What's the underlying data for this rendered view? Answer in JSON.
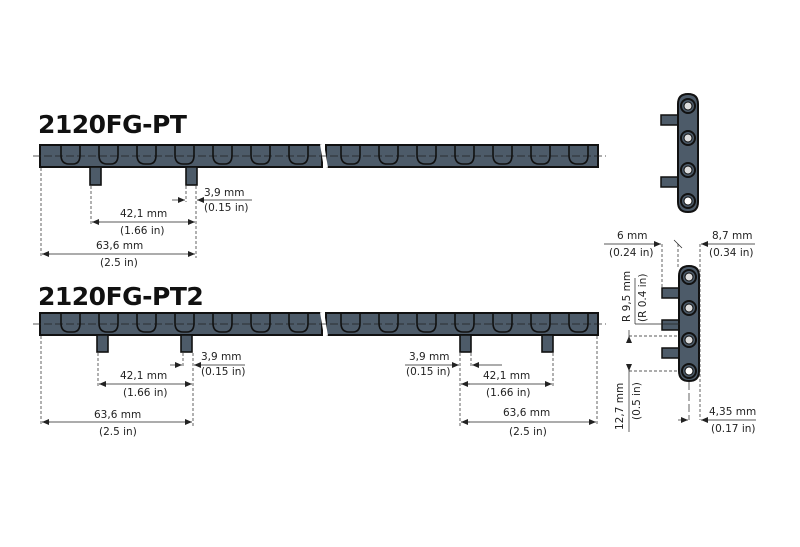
{
  "colors": {
    "belt": "#4d5b69",
    "outline": "#111111",
    "dim": "#222222",
    "background": "#ffffff"
  },
  "section1": {
    "title": "2120FG-PT",
    "dims": {
      "tab_width": {
        "mm": "3,9 mm",
        "in": "(0.15 in)"
      },
      "tab_spacing": {
        "mm": "42,1 mm",
        "in": "(1.66 in)"
      },
      "edge_to_tab": {
        "mm": "63,6 mm",
        "in": "(2.5 in)"
      }
    }
  },
  "section2": {
    "title": "2120FG-PT2",
    "left_dims": {
      "tab_width": {
        "mm": "3,9 mm",
        "in": "(0.15 in)"
      },
      "tab_spacing": {
        "mm": "42,1 mm",
        "in": "(1.66 in)"
      },
      "edge_to_tab": {
        "mm": "63,6 mm",
        "in": "(2.5 in)"
      }
    },
    "right_dims": {
      "tab_width": {
        "mm": "3,9 mm",
        "in": "(0.15 in)"
      },
      "tab_spacing": {
        "mm": "42,1 mm",
        "in": "(1.66 in)"
      },
      "edge_to_tab": {
        "mm": "63,6 mm",
        "in": "(2.5 in)"
      }
    }
  },
  "side_view": {
    "tab_length": {
      "mm": "6 mm",
      "in": "(0.24 in)"
    },
    "belt_thickness": {
      "mm": "8,7 mm",
      "in": "(0.34 in)"
    },
    "radius": {
      "mm": "R 9,5 mm",
      "in": "(R 0.4 in)"
    },
    "pitch": {
      "mm": "12,7 mm",
      "in": "(0.5 in)"
    },
    "pin_offset": {
      "mm": "4,35 mm",
      "in": "(0.17 in)"
    }
  }
}
